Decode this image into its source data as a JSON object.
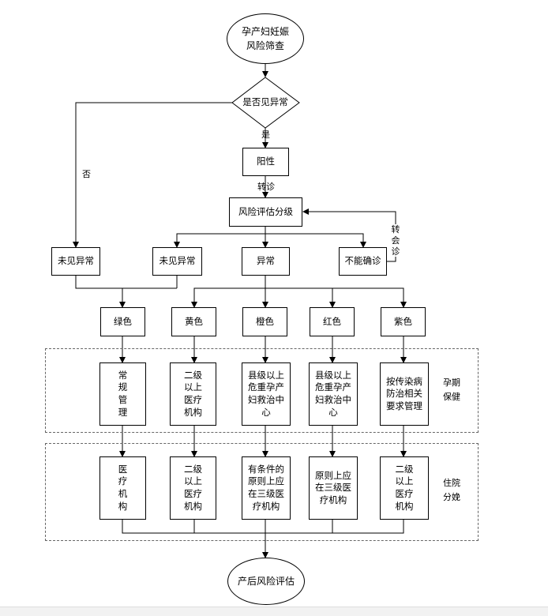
{
  "start_node": "孕产妇妊娠\n风险筛查",
  "decision": "是否见异常",
  "yes_label": "是",
  "no_label": "否",
  "positive": "阳性",
  "referral_label": "转诊",
  "risk_grading": "风险评估分级",
  "recheck_label": "转\n会\n诊",
  "level2": {
    "no_abnormal_left": "未见异常",
    "no_abnormal_mid": "未见异常",
    "abnormal": "异常",
    "undiagnosed": "不能确诊"
  },
  "colors": [
    "绿色",
    "黄色",
    "橙色",
    "红色",
    "紫色"
  ],
  "prenatal_label": "孕期\n保健",
  "prenatal": [
    "常\n规\n管\n理",
    "二级\n以上\n医疗\n机构",
    "县级以上\n危重孕产\n妇救治中\n心",
    "县级以上\n危重孕产\n妇救治中\n心",
    "按传染病\n防治相关\n要求管理"
  ],
  "delivery_label": "住院\n分娩",
  "delivery": [
    "医\n疗\n机\n构",
    "二级\n以上\n医疗\n机构",
    "有条件的\n原则上应\n在三级医\n疗机构",
    "原则上应\n在三级医\n疗机构",
    "二级\n以上\n医疗\n机构"
  ],
  "end_node": "产后风险评估"
}
